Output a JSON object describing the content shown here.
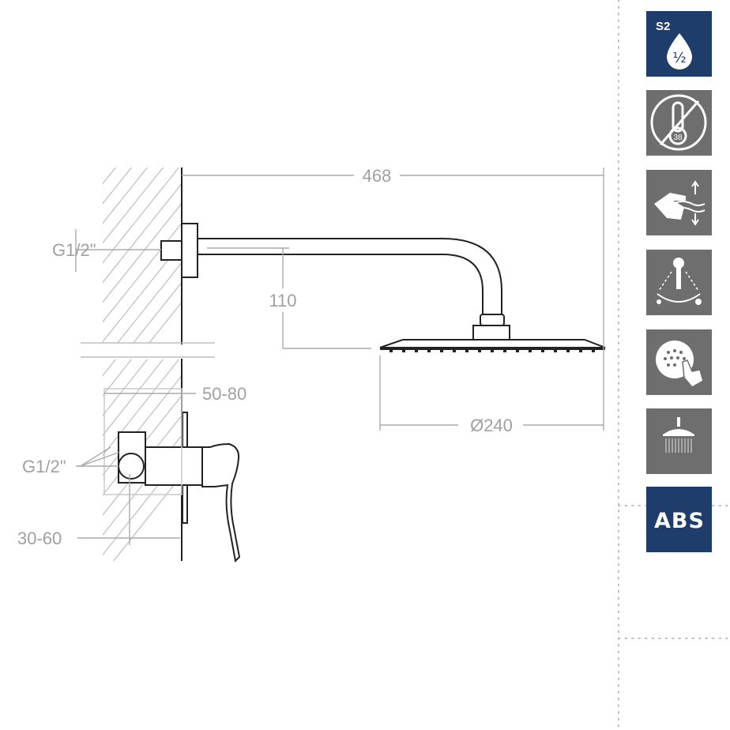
{
  "dimensions": {
    "total_length": "468",
    "arm_drop": "110",
    "head_diameter": "Ø240",
    "mixer_depth": "50-80",
    "wall_depth": "30-60",
    "arm_thread": "G1/2\"",
    "mixer_thread": "G1/2\""
  },
  "badges": [
    {
      "name": "water-saving-badge",
      "icon": "water-drop-half-icon",
      "label": "S2",
      "fraction": "½",
      "color": "#1f3d6b"
    },
    {
      "name": "no-thermostat-badge",
      "icon": "no-thermometer-38-icon",
      "value": "38",
      "color": "#6e6e6e"
    },
    {
      "name": "hand-flow-badge",
      "icon": "hand-water-flow-icon",
      "color": "#6e6e6e"
    },
    {
      "name": "hot-cold-lever-badge",
      "icon": "lever-hot-cold-icon",
      "color": "#6e6e6e"
    },
    {
      "name": "easy-clean-nozzle-badge",
      "icon": "nozzle-touch-icon",
      "color": "#6e6e6e"
    },
    {
      "name": "rain-shower-badge",
      "icon": "rain-shower-head-icon",
      "color": "#6e6e6e"
    },
    {
      "name": "abs-material-badge",
      "icon": "abs-text-icon",
      "label": "ABS",
      "color": "#1f3d6b"
    }
  ]
}
